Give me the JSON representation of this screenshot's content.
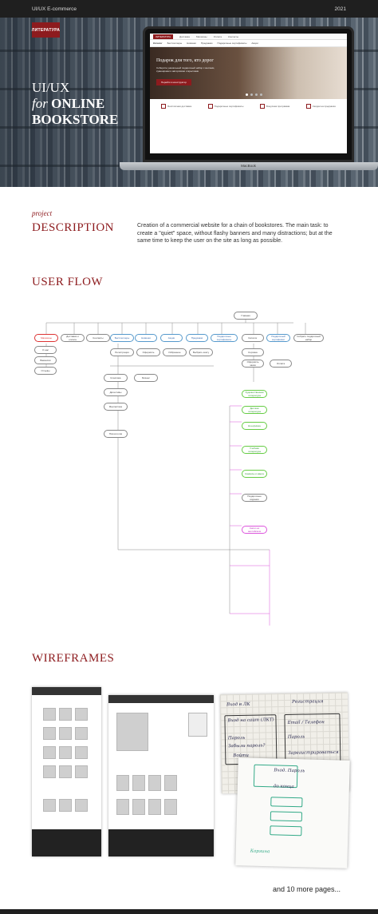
{
  "topbar": {
    "left": "UI/UX E-commerce",
    "right": "2021"
  },
  "hero": {
    "logo": "ЛИТЕРАТУРА",
    "line1": "UI/UX",
    "line2_italic": "for",
    "line2_bold": "ONLINE",
    "line3": "BOOKSTORE",
    "laptop_label": "MacBook"
  },
  "screen": {
    "logo": "ЛИТЕРАТУРА",
    "nav": [
      "Каталог",
      "Бестселлеры",
      "Новинки",
      "Предзаказ",
      "Подарочные сертификаты",
      "Акции"
    ],
    "menu": [
      "Доставка",
      "Магазины",
      "Оплата",
      "Контакты"
    ],
    "banner_title": "Подарок для того, кто дорог",
    "banner_desc": "Соберите уникальный подарочный набор с книгами, сувенирами и авторскими открытками",
    "banner_button": "Перейти в конструктор",
    "features": [
      "Бесплатная доставка",
      "Подарочные сертификаты",
      "Бонусная программа",
      "Скидки на предзаказ"
    ]
  },
  "project": {
    "label": "project",
    "title": "DESCRIPTION",
    "text": "Creation of a commercial website for a chain of bookstores. The main task: to create a \"quiet\" space, without flashy banners and many distractions; but at the same time to keep the user on the site as long as possible."
  },
  "userflow": {
    "title": "USER FLOW",
    "nodes": {
      "root": "Главная",
      "n1": "Магазины",
      "n2": "Доставка и оплата",
      "n3": "Контакты",
      "n4": "Бестселлеры",
      "n5": "Новинки",
      "n6": "Акции",
      "n7": "Предзаказ",
      "n8": "Подарочные сертификаты",
      "n9": "Каталог",
      "n10": "Подарочный сертификат",
      "n11": "Собрать подарочный набор",
      "a1": "О нас",
      "a2": "Вакансии",
      "a3": "Отзывы",
      "b1": "Регистрация",
      "b2": "Оформить",
      "b3": "Избранное",
      "b4": "Выбрать книгу",
      "c1": "Корзина",
      "c2": "Оформить заказ",
      "c3": "Оплата",
      "p1": "Художественная литература",
      "p2": "Детская литература",
      "p3": "Нон-фикшн",
      "p4": "Учебная литература",
      "p5": "Комиксы и манга",
      "p6": "Подарочные издания",
      "p7": "Книги на английском",
      "q1": "Классика",
      "q2": "Детективы",
      "q3": "Фантастика",
      "q4": "Психология",
      "q5": "Бизнес"
    }
  },
  "wireframes": {
    "title": "WIREFRAMES",
    "more": "and 10 more pages..."
  },
  "sketch": {
    "a": "Вход в ЛК",
    "b": "Регистрация",
    "c": "Вход на сайт (ЛКТ)",
    "d": "Пароль",
    "e": "Забыли пароль?",
    "f": "Войти",
    "g": "Email / Телефон",
    "h": "Пароль",
    "i": "Зарегистрироваться",
    "j": "Вход. Пароль",
    "k": "до конца",
    "l": "Корзина"
  },
  "colors": {
    "brand": "#8d1b1e",
    "dark": "#1f1f1f"
  }
}
